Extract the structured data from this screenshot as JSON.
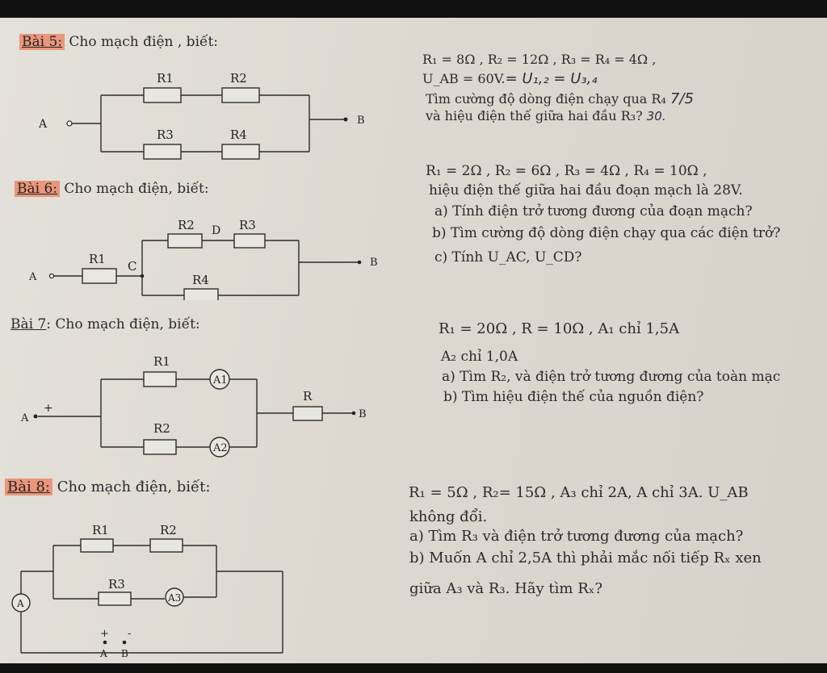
{
  "bai5": {
    "title_num": "Bài 5:",
    "title_rest": " Cho mạch điện , biết:",
    "given1": "R₁ = 8Ω , R₂ = 12Ω , R₃ = R₄ = 4Ω ,",
    "given2": "U_AB = 60V.",
    "hand1": "= U₁,₂ = U₃,₄",
    "q1": "Tìm cường độ dòng điện chạy qua R₄",
    "hand2": "7/5",
    "q2": "và hiệu điện thế giữa hai đầu R₃?",
    "hand3": "30.",
    "circuit": {
      "A": "A",
      "B": "B",
      "R1": "R1",
      "R2": "R2",
      "R3": "R3",
      "R4": "R4"
    }
  },
  "bai6": {
    "title_num": "Bài 6:",
    "title_rest": " Cho mạch điện, biết:",
    "given1": "R₁ = 2Ω , R₂ = 6Ω , R₃ = 4Ω , R₄ = 10Ω ,",
    "given2": "hiệu điện thế giữa hai đầu đoạn mạch là 28V.",
    "qa": "a) Tính điện trở tương đương của đoạn mạch?",
    "qb": "b) Tìm cường độ dòng điện chạy qua các điện trở?",
    "qc": "c) Tính U_AC, U_CD?",
    "circuit": {
      "A": "A",
      "B": "B",
      "C": "C",
      "D": "D",
      "R1": "R1",
      "R2": "R2",
      "R3": "R3",
      "R4": "R4"
    }
  },
  "bai7": {
    "title_num": "Bài 7",
    "title_rest": ": Cho mạch điện, biết:",
    "given1": "R₁ = 20Ω , R = 10Ω , A₁ chỉ 1,5A",
    "given2": "A₂ chỉ 1,0A",
    "qa": "a) Tìm R₂, và điện trở tương đương của toàn mạc",
    "qb": "b) Tìm hiệu điện thế của nguồn điện?",
    "circuit": {
      "A": "A",
      "B": "B",
      "plus": "+",
      "R": "R",
      "R1": "R1",
      "R2": "R2",
      "A1": "A1",
      "A2": "A2"
    }
  },
  "bai8": {
    "title_num": "Bài 8:",
    "title_rest": " Cho mạch điện, biết:",
    "given1": "R₁ = 5Ω , R₂= 15Ω , A₃ chỉ 2A, A chỉ 3A. U_AB",
    "given2": "không đổi.",
    "qa": "a) Tìm R₃ và điện trở tương đương của mạch?",
    "qb1": "b) Muốn A chỉ 2,5A thì phải mắc nối tiếp Rₓ xen",
    "qb2": "giữa A₃ và R₃. Hãy tìm Rₓ?",
    "circuit": {
      "A": "A",
      "B": "B",
      "plus": "+",
      "minus": "-",
      "R1": "R1",
      "R2": "R2",
      "R3": "R3",
      "A3": "A3",
      "Am": "A"
    }
  }
}
